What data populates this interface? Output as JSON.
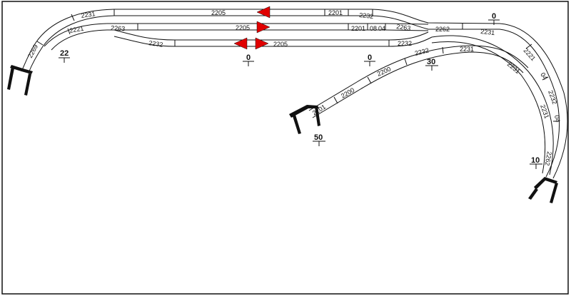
{
  "colors": {
    "signal": "#e00000",
    "track": "#111111",
    "frame": "#111111",
    "background": "#ffffff"
  },
  "pieces": {
    "p2231_top_left": "2231",
    "p2205_top": "2205",
    "p2201_top": "2201",
    "p2232_top": "2232",
    "p2221_mid_left": "2221",
    "p2263_mid_left": "2263",
    "p2205_mid": "2205",
    "p2201_mid": "2201",
    "p08_mid": "08",
    "p04_mid": "04",
    "p2263_mid_right": "2263",
    "p2262_mid_right": "2262",
    "p2231_mid_right": "2231",
    "p2232_bot_left": "2232",
    "p2205_bot": "2205",
    "p2232_bot_right": "2232",
    "p2269_left": "2269",
    "p2232_branch": "2232",
    "p2231_branch": "2231",
    "p2200_branch_a": "2200",
    "p2200_branch_b": "2200",
    "p2201_branch": "2201",
    "p2221_right": "2221",
    "p2231_right_a": "2231",
    "p04_right_a": "04",
    "p2232_right": "2232",
    "p2231_right_b": "2231",
    "p04_right_b": "04",
    "p2262_right": "2262"
  },
  "heights": {
    "h22": "22",
    "h0_center": "0",
    "h0_mid": "0",
    "h0_right": "0",
    "h30": "30",
    "h50": "50",
    "h10": "10"
  }
}
